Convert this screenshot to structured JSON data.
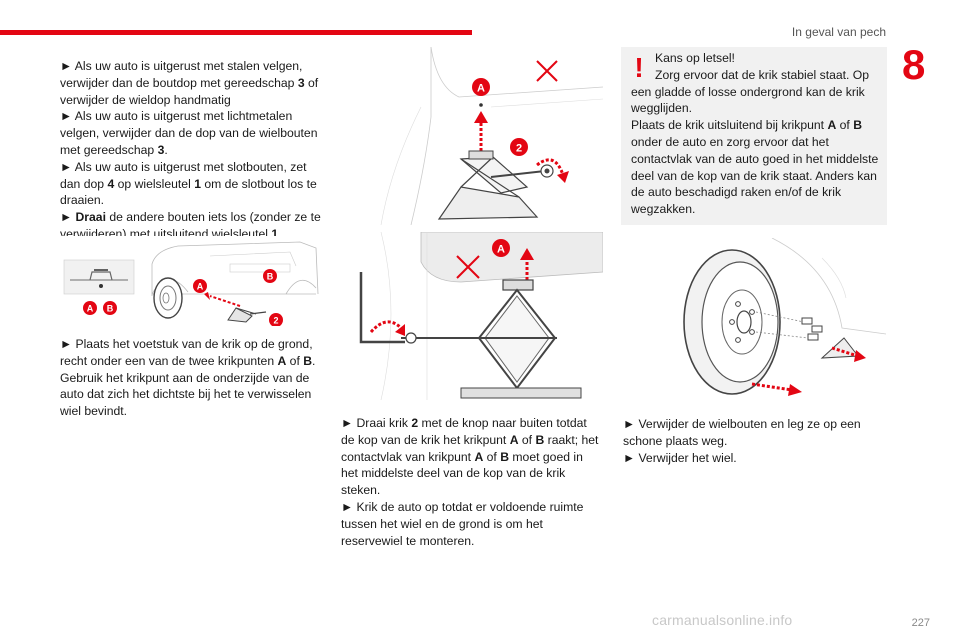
{
  "header": {
    "section_title": "In geval van pech",
    "chapter_number": "8",
    "page_number": "227"
  },
  "watermark": "carmanualsonline.info",
  "colors": {
    "accent": "#e30613",
    "box_bg": "#f1f1f1"
  },
  "col1": {
    "steps1": [
      {
        "marker": "►",
        "pre": "Als uw auto is uitgerust met stalen velgen, verwijder dan de boutdop met gereedschap ",
        "bold": "3",
        "post": " of verwijder de wieldop handmatig"
      },
      {
        "marker": "►",
        "pre": "Als uw auto is uitgerust met lichtmetalen velgen, verwijder dan de dop van de wielbouten met gereedschap ",
        "bold": "3",
        "post": "."
      },
      {
        "marker": "►",
        "pre": "Als uw auto is uitgerust met slotbouten, zet dan dop ",
        "bold": "4",
        "post": " op wielsleutel ",
        "bold2": "1",
        "post2": " om de slotbout los te draaien."
      },
      {
        "marker": "►",
        "boldlead": "Draai",
        "pre": " de andere bouten iets los (zonder ze te verwijderen) met uitsluitend wielsleutel ",
        "bold": "1",
        "post": "."
      }
    ],
    "figure_labels": {
      "a": "A",
      "b": "B",
      "two": "2"
    },
    "steps2": {
      "marker": "►",
      "p1": "Plaats het voetstuk van de krik op de grond, recht onder een van de twee krikpunten ",
      "a": "A",
      "of": " of ",
      "b": "B",
      "p2": ".",
      "p3": "Gebruik het krikpunt aan de onderzijde van de auto dat zich het dichtste bij het te verwisselen wiel bevindt."
    }
  },
  "col2": {
    "fig_top_labels": {
      "a": "A",
      "two": "2"
    },
    "fig_bottom_labels": {
      "a": "A"
    },
    "step1": {
      "marker": "►",
      "p1": "Draai krik ",
      "two": "2",
      "p2": " met de knop naar buiten totdat de kop van de krik het krikpunt ",
      "a": "A",
      "of": " of ",
      "b": "B",
      "p3": " raakt; het contactvlak van krikpunt ",
      "a2": "A",
      "of2": " of ",
      "b2": "B",
      "p4": " moet goed in het middelste deel van de kop van de krik steken."
    },
    "step2": {
      "marker": "►",
      "text": "Krik de auto op totdat er voldoende ruimte tussen het wiel en de grond is om het reservewiel te monteren."
    }
  },
  "col3": {
    "warning": {
      "icon": "!",
      "title": "Kans op letsel!",
      "line1": "Zorg ervoor dat de krik stabiel staat. Op een gladde of losse ondergrond kan de krik wegglijden.",
      "line2_pre": "Plaats de krik uitsluitend bij krikpunt ",
      "a": "A",
      "of": " of ",
      "b": "B",
      "line2_post": " onder de auto en zorg ervoor dat het contactvlak van de auto goed in het middelste deel van de kop van de krik staat. Anders kan de auto beschadigd raken en/of de krik wegzakken."
    },
    "steps": [
      {
        "marker": "►",
        "text": "Verwijder de wielbouten en leg ze op een schone plaats weg."
      },
      {
        "marker": "►",
        "text": "Verwijder het wiel."
      }
    ]
  }
}
